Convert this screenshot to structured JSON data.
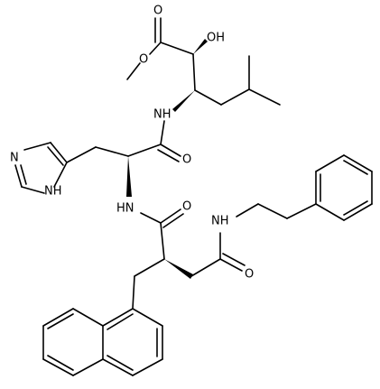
{
  "molecule": {
    "atom_labels": {
      "ester_o": "O",
      "carbonyl_o_top": "O",
      "hydroxyl": "OH",
      "amide_nh_1": "NH",
      "amide_o_1": "O",
      "imidazole_n": "N",
      "imidazole_nh": "NH",
      "amide_nh_2": "HN",
      "amide_o_2": "O",
      "amide_nh_3": "NH",
      "amide_o_3": "O"
    }
  }
}
